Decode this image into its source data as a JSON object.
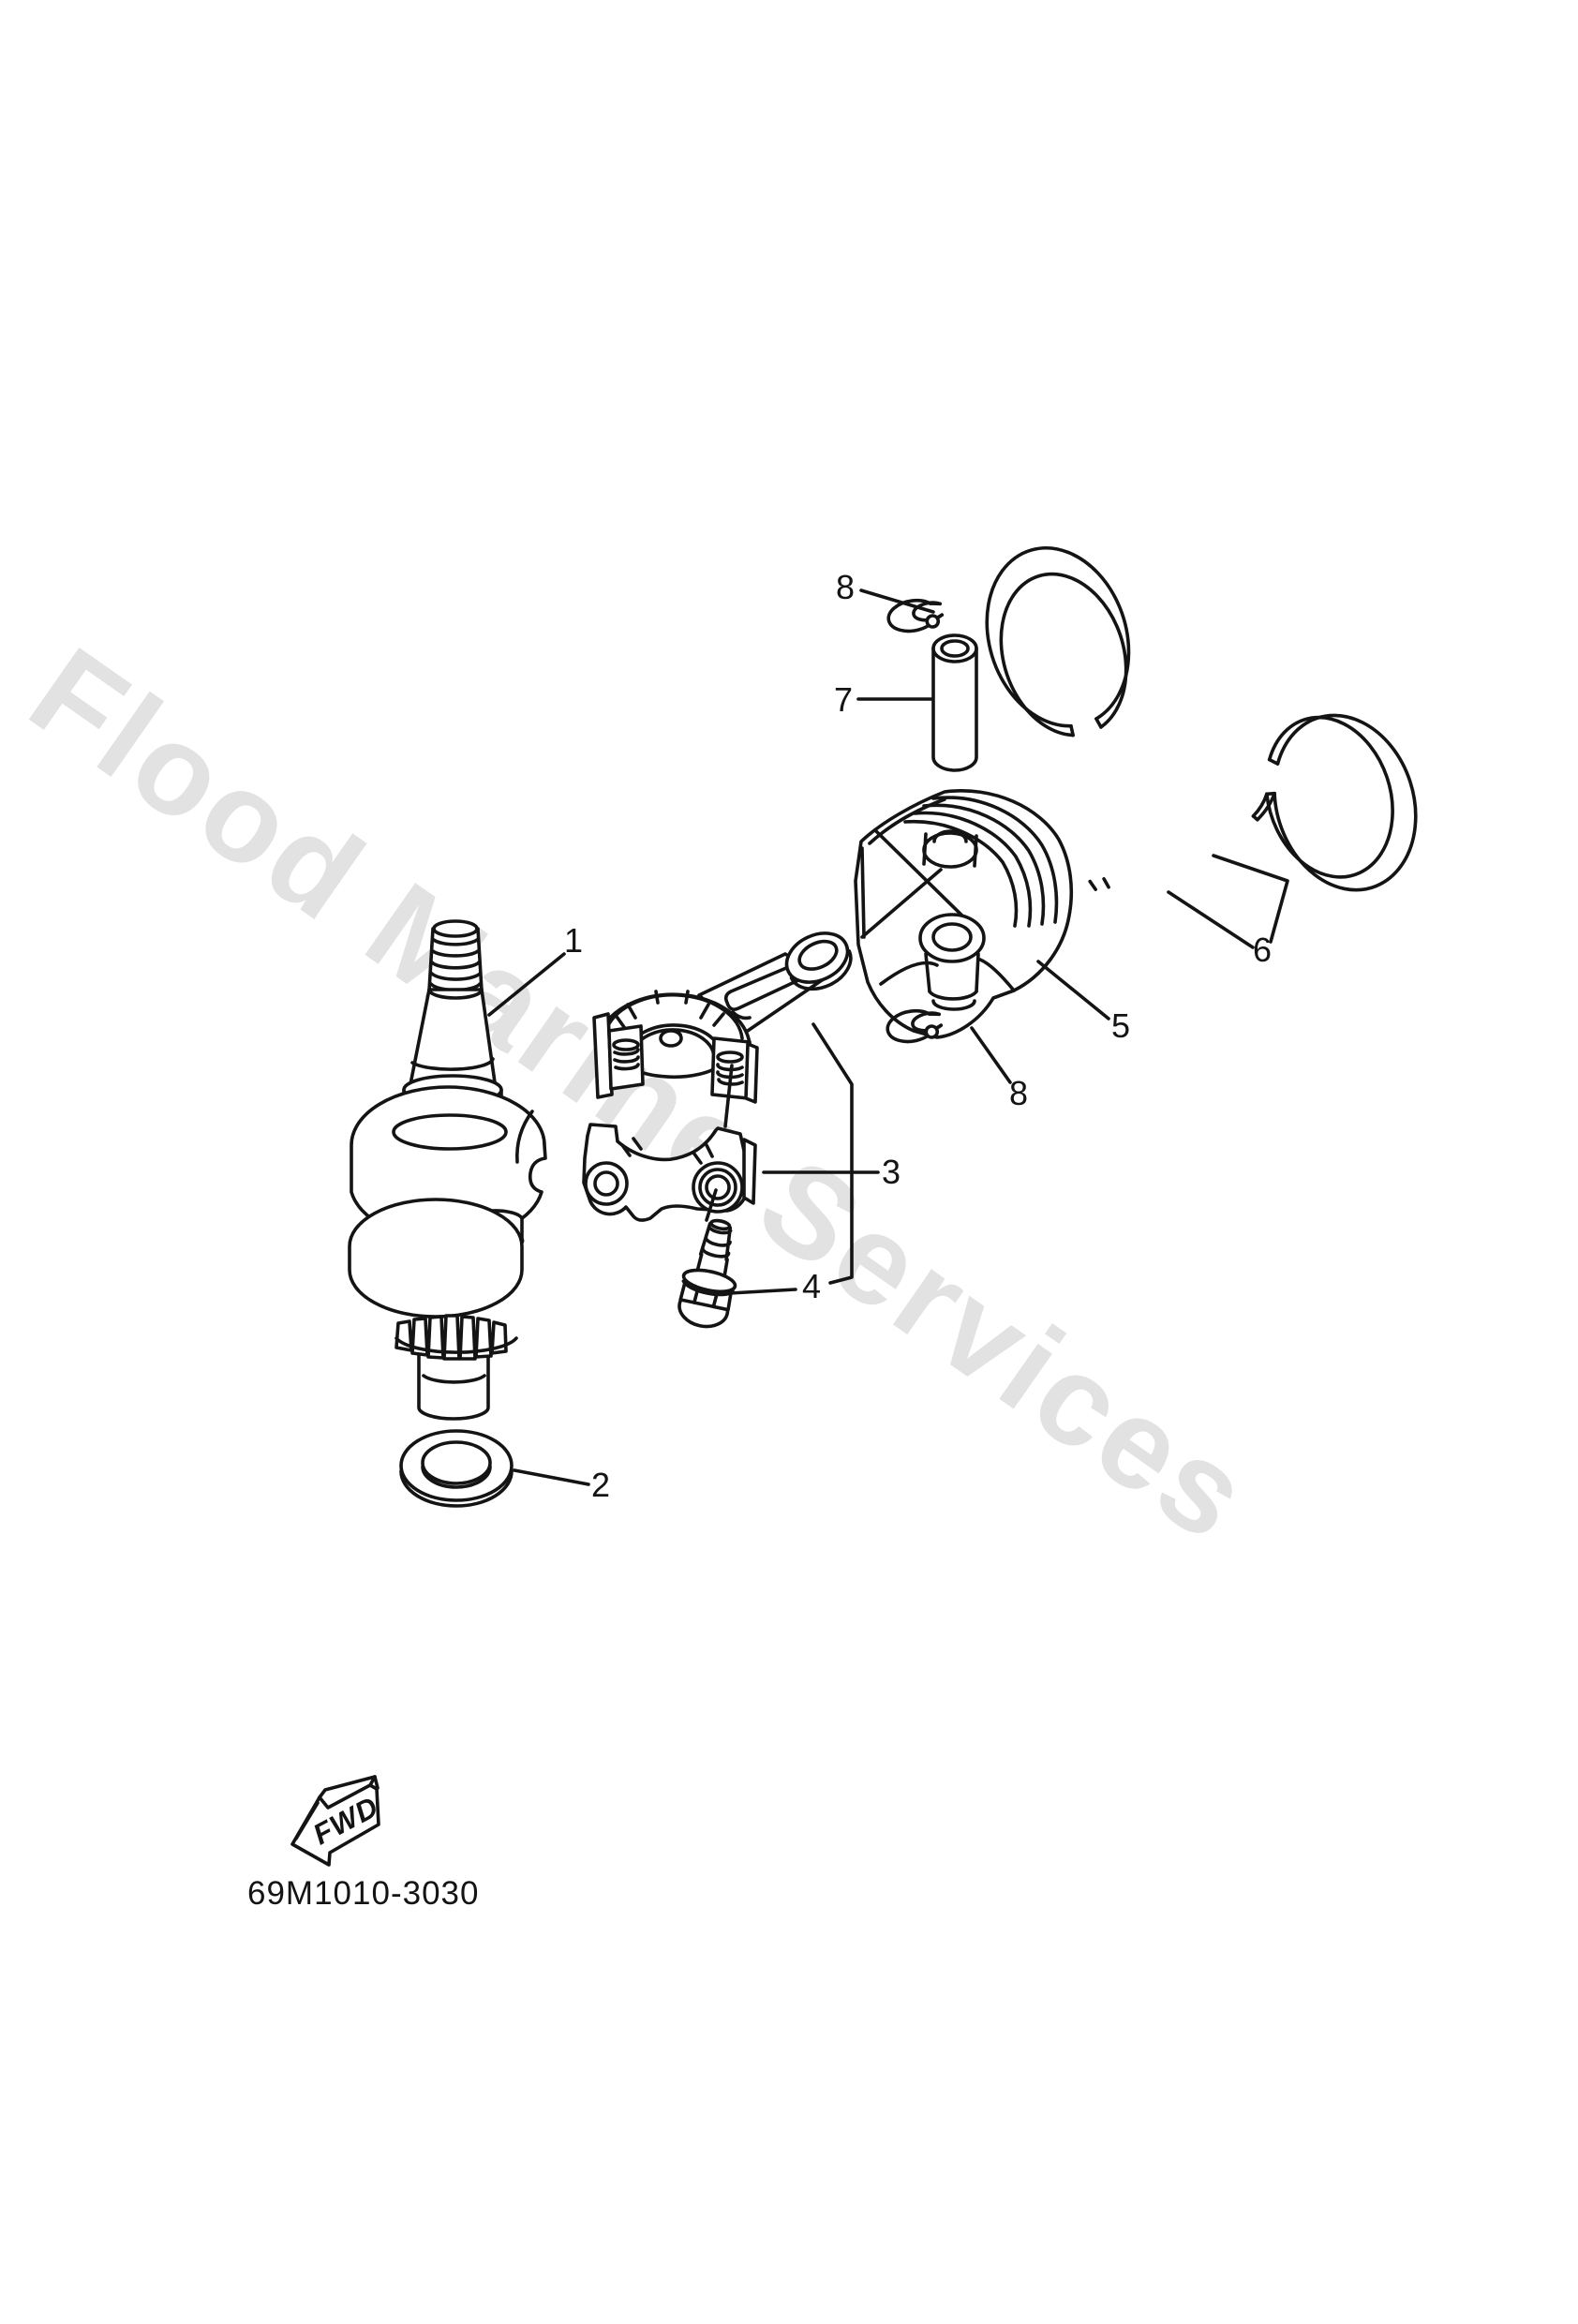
{
  "watermark": {
    "text": "Flood Marine Services",
    "color": "#e2e2e2"
  },
  "diagram": {
    "drawing_code": "69M1010-3030",
    "direction_arrow": {
      "label": "FWD"
    },
    "line_color": "#141414",
    "background": "#ffffff",
    "callouts": [
      {
        "number": "1",
        "part": "crankshaft"
      },
      {
        "number": "2",
        "part": "washer"
      },
      {
        "number": "3",
        "part": "connecting-rod-assembly"
      },
      {
        "number": "4",
        "part": "connecting-rod-bolt"
      },
      {
        "number": "5",
        "part": "piston"
      },
      {
        "number": "6",
        "part": "piston-ring-set"
      },
      {
        "number": "7",
        "part": "piston-pin"
      },
      {
        "number": "8",
        "part": "piston-pin-clip-upper"
      },
      {
        "number": "8",
        "part": "piston-pin-clip-lower"
      }
    ]
  }
}
